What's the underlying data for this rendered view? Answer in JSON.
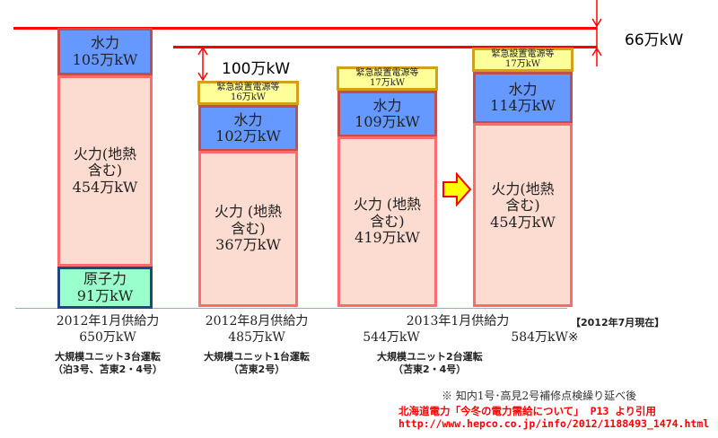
{
  "chart_data": {
    "type": "bar",
    "stacked": true,
    "unit": "万kW",
    "categories": [
      "2012年1月供給力",
      "2012年8月供給力",
      "2013年1月供給力 (544万kW)",
      "2013年1月供給力 (584万kW※)"
    ],
    "series": [
      {
        "name": "原子力",
        "values": [
          91,
          0,
          0,
          0
        ],
        "color": "#99ffcc"
      },
      {
        "name": "火力(地熱含む)",
        "values": [
          454,
          367,
          419,
          454
        ],
        "color": "#fcdcd0"
      },
      {
        "name": "水力",
        "values": [
          105,
          102,
          109,
          114
        ],
        "color": "#6699ff"
      },
      {
        "name": "緊急設置電源等",
        "values": [
          0,
          16,
          17,
          17
        ],
        "color": "#ffff99"
      }
    ],
    "totals": [
      650,
      485,
      544,
      584
    ],
    "annotations": [
      {
        "text": "100万kW",
        "meaning": "gap between 2012年1月 and 2013年1月(584)"
      },
      {
        "text": "66万kW",
        "meaning": "shortfall between 2012年1月 (650) and 2013年1月 (584)"
      }
    ],
    "title": "",
    "xlabel": "",
    "ylabel": ""
  },
  "bars": [
    {
      "hydro": {
        "name": "水力",
        "value": "105万kW"
      },
      "thermal": {
        "name1": "火力(地熱",
        "name2": "含む)",
        "value": "454万kW"
      },
      "nuclear": {
        "name": "原子力",
        "value": "91万kW"
      },
      "label": {
        "line1": "2012年1月供給力",
        "line2": "650万kW"
      },
      "sub": {
        "line1": "大規模ユニット3台運転",
        "line2": "（泊3号、苫東2・4号）"
      }
    },
    {
      "emergency": {
        "name": "緊急設置電源等",
        "value": "16万kW"
      },
      "hydro": {
        "name": "水力",
        "value": "102万kW"
      },
      "thermal": {
        "name1": "火力 (地熱",
        "name2": "含む)",
        "value": "367万kW"
      },
      "label": {
        "line1": "2012年8月供給力",
        "line2": "485万kW"
      },
      "sub": {
        "line1": "大規模ユニット1台運転",
        "line2": "（苫東2号）"
      }
    },
    {
      "emergency": {
        "name": "緊急設置電源等",
        "value": "17万kW"
      },
      "hydro": {
        "name": "水力",
        "value": "109万kW"
      },
      "thermal": {
        "name1": "火力 (地熱",
        "name2": "含む)",
        "value": "419万kW"
      },
      "label": {
        "line2": "544万kW"
      }
    },
    {
      "emergency": {
        "name": "緊急設置電源等",
        "value": "17万kW"
      },
      "hydro": {
        "name": "水力",
        "value": "114万kW"
      },
      "thermal": {
        "name1": "火力(地熱",
        "name2": "含む)",
        "value": "454万kW"
      },
      "label": {
        "line2": "584万kW※"
      }
    }
  ],
  "group_label": "2013年1月供給力",
  "group_sub": {
    "line1": "大規模ユニット2台運転",
    "line2": "（苫東2・4号）"
  },
  "annotations": {
    "gap_100": "100万kW",
    "gap_66": "66万kW",
    "as_of": "【2012年7月現在】",
    "footnote": "※ 知内1号･高見2号補修点検繰り延べ後"
  },
  "citation": {
    "line1": "北海道電力「今冬の電力需給について」 P13 より引用",
    "line2": "http://www.hepco.co.jp/info/2012/1188493_1474.html"
  },
  "colors": {
    "line": "#ff0000",
    "hydro": "#6699ff",
    "thermal": "#fcdcd0",
    "nuclear": "#99ffcc",
    "emergency": "#ffff99",
    "arrow": "#ffff00"
  }
}
